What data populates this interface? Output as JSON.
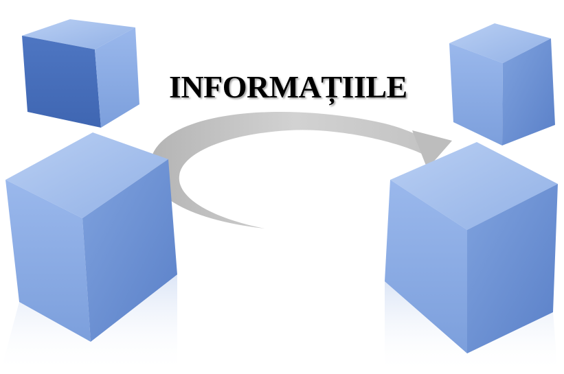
{
  "title": "INFORMAȚIILE",
  "colors": {
    "cube_light": "#a9c3ee",
    "cube_mid": "#7ea3e2",
    "cube_dark": "#4f78c5",
    "arrow": "#c9c9c9",
    "text": "#000000"
  },
  "icons": [
    "cube-top-left",
    "cube-top-right",
    "cube-bottom-left",
    "cube-bottom-right",
    "curved-arrow"
  ]
}
